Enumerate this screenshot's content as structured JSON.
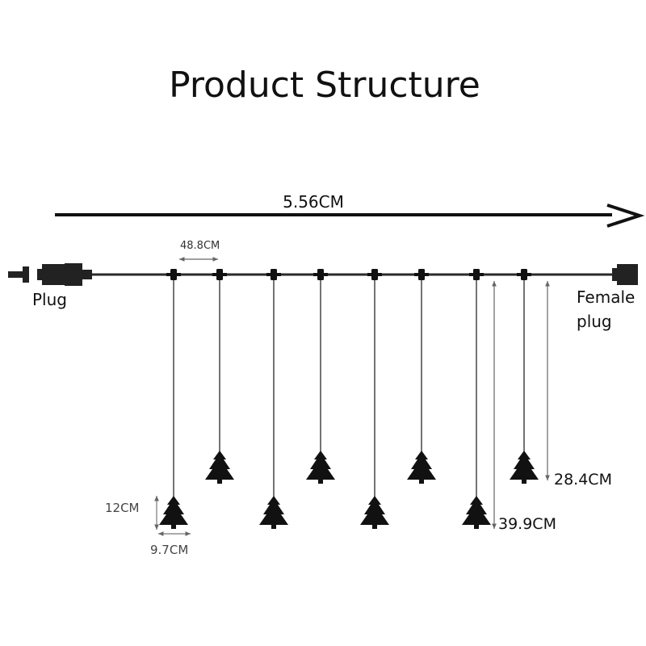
{
  "title": "Product Structure",
  "length_label": "5.56CM",
  "spacing_label": "48.8CM",
  "plug_label": "Plug",
  "female_plug_line1": "Female",
  "female_plug_line2": "plug",
  "short_drop_label": "28.4CM",
  "long_drop_label": "39.9CM",
  "tree_height_label": "12CM",
  "tree_width_label": "9.7CM",
  "drops": [
    "long",
    "short",
    "long",
    "short",
    "long",
    "short",
    "long",
    "short"
  ],
  "colors": {
    "line": "#2a2a2a",
    "ink": "#111111",
    "dim": "#555555"
  }
}
